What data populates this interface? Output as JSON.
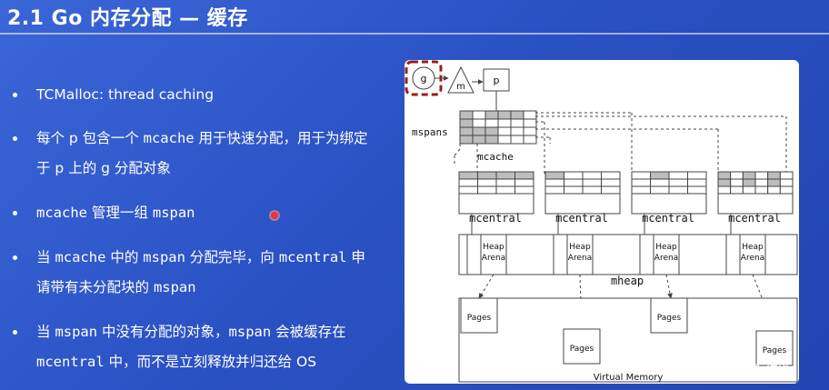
{
  "slide": {
    "title": "2.1 Go 内存分配 — 缓存",
    "bullets": [
      {
        "parts": [
          {
            "text": "TCMalloc: thread caching",
            "mono": false
          }
        ]
      },
      {
        "parts": [
          {
            "text": "每个 p 包含一个 ",
            "mono": false
          },
          {
            "text": "mcache",
            "mono": true
          },
          {
            "text": " 用于快速分配，用于为绑定",
            "mono": false
          }
        ]
      },
      {
        "parts": [
          {
            "text": "于 p 上的 g 分配对象",
            "mono": false
          }
        ]
      },
      {
        "parts": [
          {
            "text": "mcache",
            "mono": true
          },
          {
            "text": " 管理一组 ",
            "mono": false
          },
          {
            "text": "mspan",
            "mono": true
          }
        ]
      },
      {
        "parts": [
          {
            "text": "当 ",
            "mono": false
          },
          {
            "text": "mcache",
            "mono": true
          },
          {
            "text": " 中的 ",
            "mono": false
          },
          {
            "text": "mspan",
            "mono": true
          },
          {
            "text": " 分配完毕，向 ",
            "mono": false
          },
          {
            "text": "mcentral",
            "mono": true
          },
          {
            "text": " 申",
            "mono": false
          }
        ]
      },
      {
        "parts": [
          {
            "text": "请带有未分配块的 ",
            "mono": false
          },
          {
            "text": "mspan",
            "mono": true
          }
        ]
      },
      {
        "parts": [
          {
            "text": "当 ",
            "mono": false
          },
          {
            "text": "mspan",
            "mono": true
          },
          {
            "text": " 中没有分配的对象，",
            "mono": false
          },
          {
            "text": "mspan",
            "mono": true
          },
          {
            "text": " 会被缓存在",
            "mono": false
          }
        ]
      },
      {
        "parts": [
          {
            "text": "mcentral",
            "mono": true
          },
          {
            "text": " 中，而不是立刻释放并归还给 OS",
            "mono": false
          }
        ]
      }
    ],
    "watermark": "@稀土掘金技术社区"
  },
  "diagram": {
    "g_label": "g",
    "m_label": "m",
    "p_label": "p",
    "mspans_label": "mspans",
    "mcache_label": "mcache",
    "mcentral_labels": [
      "mcentral",
      "mcentral",
      "mcentral",
      "mcentral"
    ],
    "heap_arena_label": [
      "Heap",
      "Arena"
    ],
    "mheap_label": "mheap",
    "pages_label": "Pages",
    "virtual_memory_label": "Virtual Memory"
  },
  "colors": {
    "background": "#2d55c8",
    "text": "#ffffff",
    "highlight": "#9b1c1c",
    "grid_fill": "#bdbdbd"
  }
}
